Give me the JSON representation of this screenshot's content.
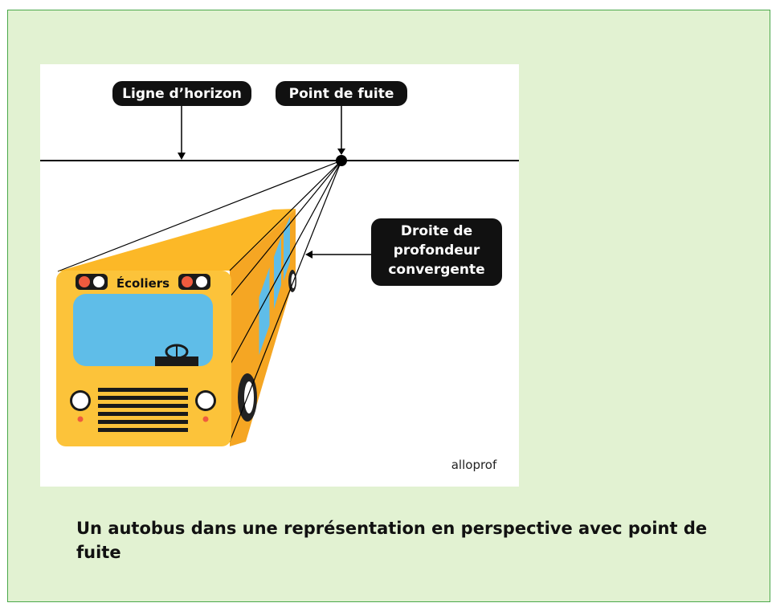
{
  "figure": {
    "labels": {
      "horizon": "Ligne d’horizon",
      "vanishing_point": "Point de fuite",
      "depth_line_1": "Droite de",
      "depth_line_2": "profondeur",
      "depth_line_3": "convergente"
    },
    "bus_sign": "Écoliers",
    "brand": "alloprof"
  },
  "caption": "Un autobus dans une représentation en perspective avec point de fuite",
  "colors": {
    "card_bg": "#e2f2d2",
    "card_border": "#4aa84a",
    "bus_yellow": "#fcc33a",
    "bus_side": "#f5a623",
    "window_blue": "#5fbde8",
    "label_bg": "#111111"
  }
}
